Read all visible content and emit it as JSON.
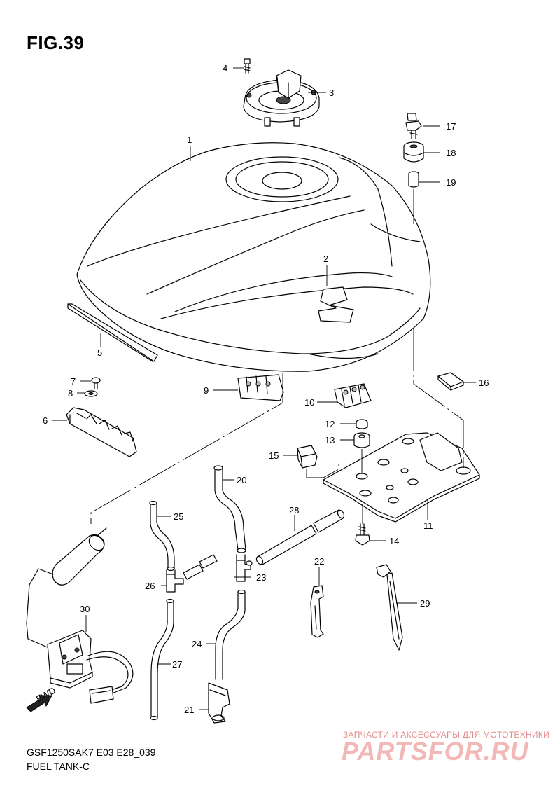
{
  "figure": {
    "title": "FIG.39"
  },
  "footer": {
    "model_code": "GSF1250SAK7 E03 E28_039",
    "section_name": "FUEL TANK-C"
  },
  "watermark": {
    "tagline": "ЗАПЧАСТИ И АКСЕССУАРЫ ДЛЯ МОТОТЕХНИКИ",
    "brand": "PARTSFOR.RU"
  },
  "fwd_label": "FWD",
  "callouts": [
    "1",
    "2",
    "3",
    "4",
    "5",
    "6",
    "7",
    "8",
    "9",
    "10",
    "11",
    "12",
    "13",
    "14",
    "15",
    "16",
    "17",
    "18",
    "19",
    "20",
    "21",
    "22",
    "23",
    "24",
    "25",
    "26",
    "27",
    "28",
    "29",
    "30"
  ]
}
